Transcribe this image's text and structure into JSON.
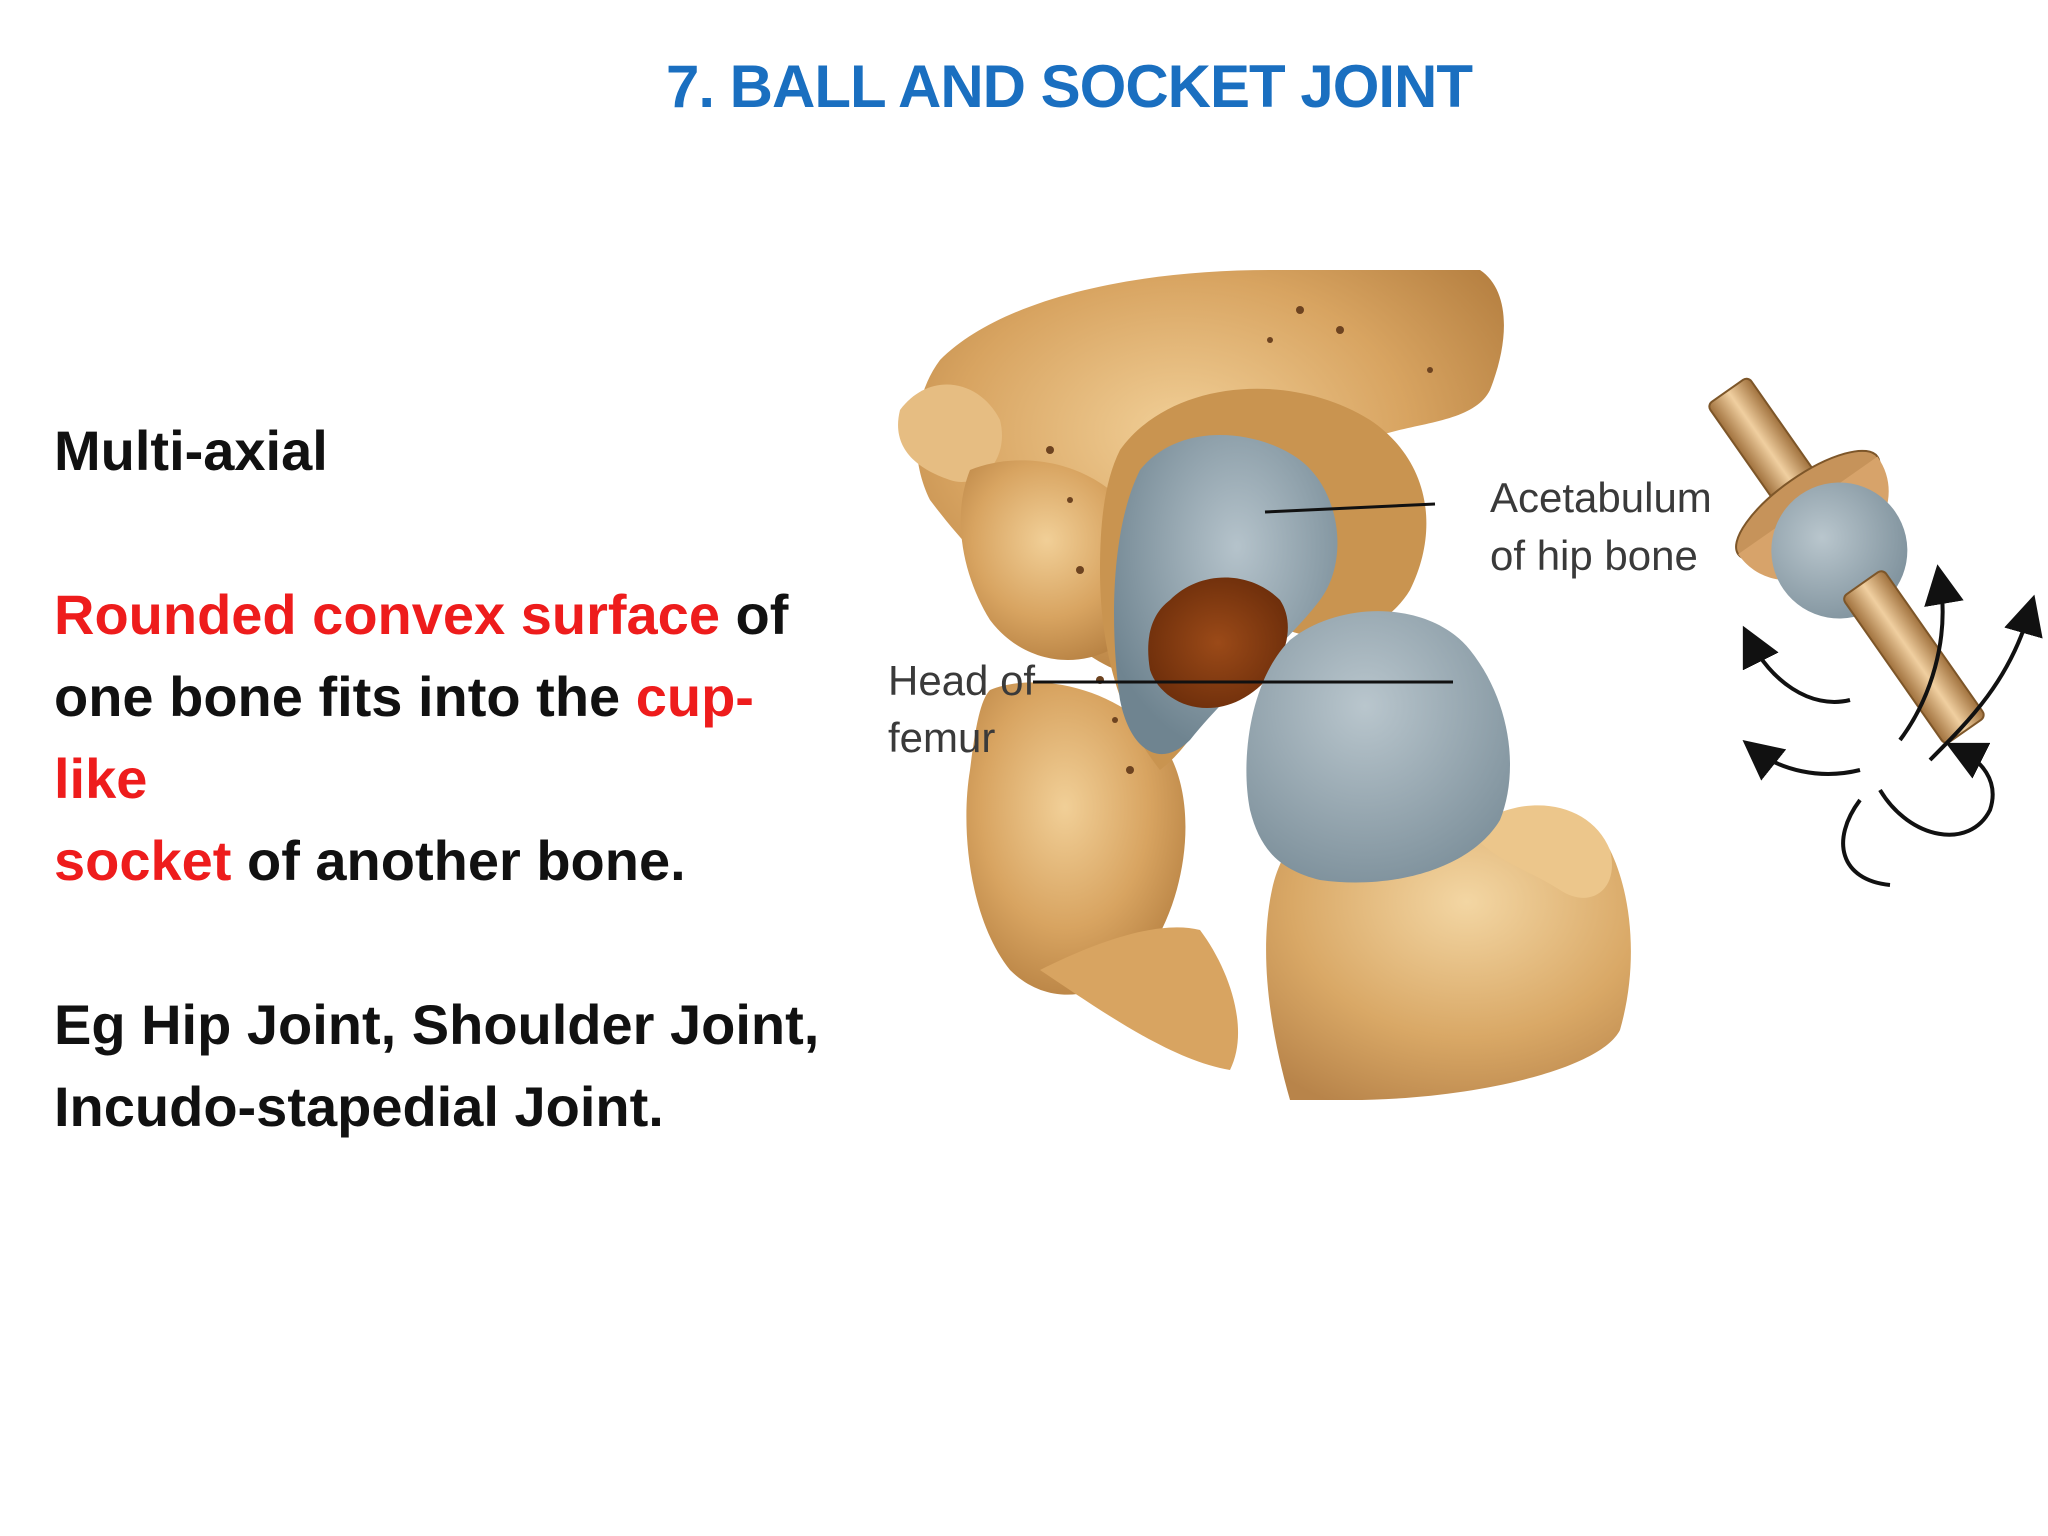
{
  "slide": {
    "title": "7. BALL AND SOCKET JOINT"
  },
  "content": {
    "line1": "Multi-axial",
    "para2": {
      "p1_red": "Rounded convex surface",
      "p1_black": " of",
      "p2_black": "one bone fits into the ",
      "p2_red": "cup-",
      "p3_red": "like",
      "p4_red": "socket",
      "p4_black": " of another bone."
    },
    "examples": {
      "line1": "Eg Hip Joint, Shoulder Joint,",
      "line2": "Incudo-stapedial Joint."
    }
  },
  "figure": {
    "label_acetabulum_1": "Acetabulum",
    "label_acetabulum_2": "of hip bone",
    "label_head_1": "Head of",
    "label_head_2": "femur"
  },
  "colors": {
    "title": "#1a6fc0",
    "highlight": "#ee1c1c",
    "text": "#111111",
    "bone": "#d9a767",
    "cartilage": "#9aaab3"
  }
}
